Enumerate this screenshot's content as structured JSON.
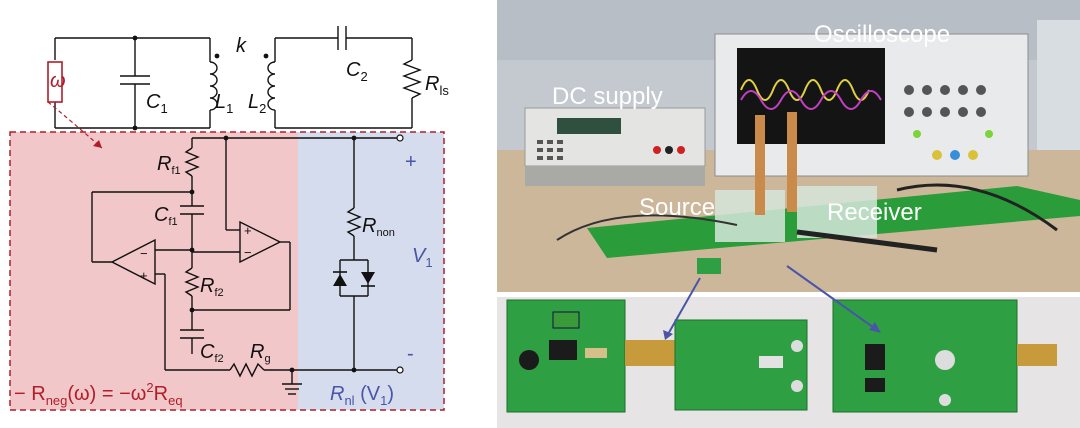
{
  "schematic": {
    "tank": {
      "c1": "C",
      "c1_sub": "1",
      "l1": "L",
      "l1_sub": "1",
      "k": "k",
      "l2": "L",
      "l2_sub": "2",
      "c2": "C",
      "c2_sub": "2",
      "rls": "R",
      "rls_sub": "ls",
      "omega": "ω"
    },
    "negres": {
      "rf1": "R",
      "rf1_sub": "f1",
      "cf1": "C",
      "cf1_sub": "f1",
      "rf2": "R",
      "rf2_sub": "f2",
      "cf2": "C",
      "cf2_sub": "f2",
      "rg": "R",
      "rg_sub": "g",
      "formula_a": "− R",
      "formula_a_sub": "neg",
      "formula_b": "(ω) = −ω",
      "formula_b_sup": "2",
      "formula_c": "R",
      "formula_c_sub": "eq"
    },
    "nonlinear": {
      "rnon": "R",
      "rnon_sub": "non",
      "v1": "V",
      "v1_sub": "1",
      "plus": "+",
      "minus": "-",
      "rnl": "R",
      "rnl_sub": "nl",
      "rnl_arg": " (V",
      "rnl_arg_sub": "1",
      "rnl_close": ")"
    },
    "opamp_plus": "+",
    "opamp_minus": "−"
  },
  "photo": {
    "labels": {
      "dc_supply": "DC supply",
      "oscilloscope": "Oscilloscope",
      "source": "Source",
      "receiver": "Receiver"
    },
    "colors": {
      "bench": "#cdb79b",
      "wall": "#c4c9cf",
      "board": "#2ea043",
      "rail": "#2a9d3a"
    }
  }
}
